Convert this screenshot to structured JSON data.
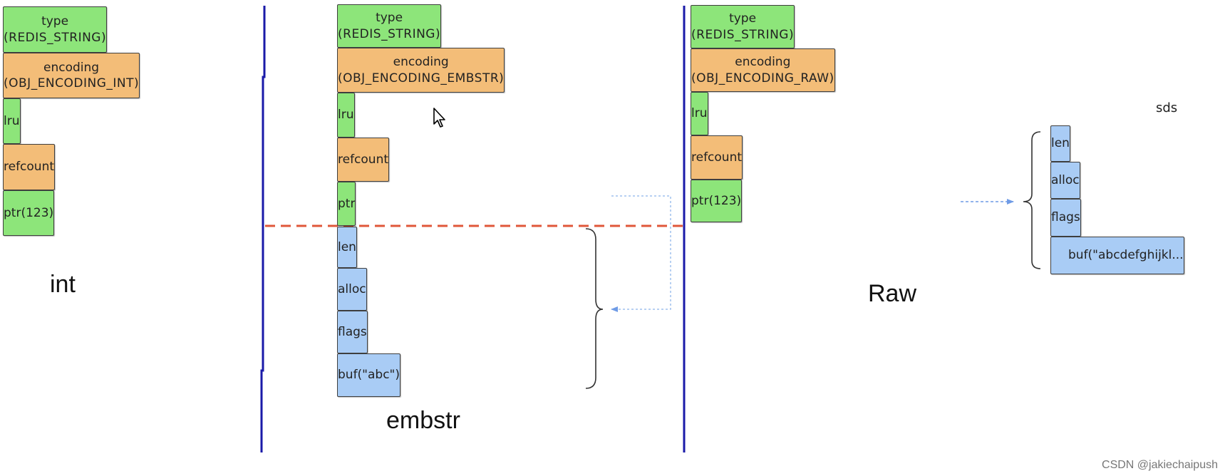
{
  "colors": {
    "green": "#8de57a",
    "orange": "#f3bd78",
    "blue": "#a9ccf5",
    "divider": "#1a1aa8",
    "dashed_line": "#e0573a",
    "arrow": "#6f9be6"
  },
  "int": {
    "caption": "int",
    "cells": [
      {
        "line1": "type",
        "line2": "(REDIS_STRING)",
        "color": "green"
      },
      {
        "line1": "encoding",
        "line2": "(OBJ_ENCODING_INT)",
        "color": "orange"
      },
      {
        "line1": "lru",
        "line2": "",
        "color": "green"
      },
      {
        "line1": "refcount",
        "line2": "",
        "color": "orange"
      },
      {
        "line1": "ptr(123)",
        "line2": "",
        "color": "green"
      }
    ]
  },
  "embstr": {
    "caption": "embstr",
    "cells": [
      {
        "line1": "type",
        "line2": "(REDIS_STRING)",
        "color": "green"
      },
      {
        "line1": "encoding",
        "line2": "(OBJ_ENCODING_EMBSTR)",
        "color": "orange"
      },
      {
        "line1": "lru",
        "line2": "",
        "color": "green"
      },
      {
        "line1": "refcount",
        "line2": "",
        "color": "orange"
      },
      {
        "line1": "ptr",
        "line2": "",
        "color": "green"
      },
      {
        "line1": "len",
        "line2": "",
        "color": "blue"
      },
      {
        "line1": "alloc",
        "line2": "",
        "color": "blue"
      },
      {
        "line1": "flags",
        "line2": "",
        "color": "blue"
      },
      {
        "line1": "buf(\"abc\")",
        "line2": "",
        "color": "blue"
      }
    ]
  },
  "raw": {
    "caption": "Raw",
    "cells": [
      {
        "line1": "type",
        "line2": "(REDIS_STRING)",
        "color": "green"
      },
      {
        "line1": "encoding",
        "line2": "(OBJ_ENCODING_RAW)",
        "color": "orange"
      },
      {
        "line1": "lru",
        "line2": "",
        "color": "green"
      },
      {
        "line1": "refcount",
        "line2": "",
        "color": "orange"
      },
      {
        "line1": "ptr(123)",
        "line2": "",
        "color": "green"
      }
    ]
  },
  "sds": {
    "title": "sds",
    "cells": [
      {
        "line1": "len",
        "line2": "",
        "color": "blue"
      },
      {
        "line1": "alloc",
        "line2": "",
        "color": "blue"
      },
      {
        "line1": "flags",
        "line2": "",
        "color": "blue"
      },
      {
        "line1": "buf(\"abcdefghijkl...",
        "line2": "",
        "color": "blue"
      }
    ]
  },
  "watermark": "CSDN @jakiechaipush"
}
